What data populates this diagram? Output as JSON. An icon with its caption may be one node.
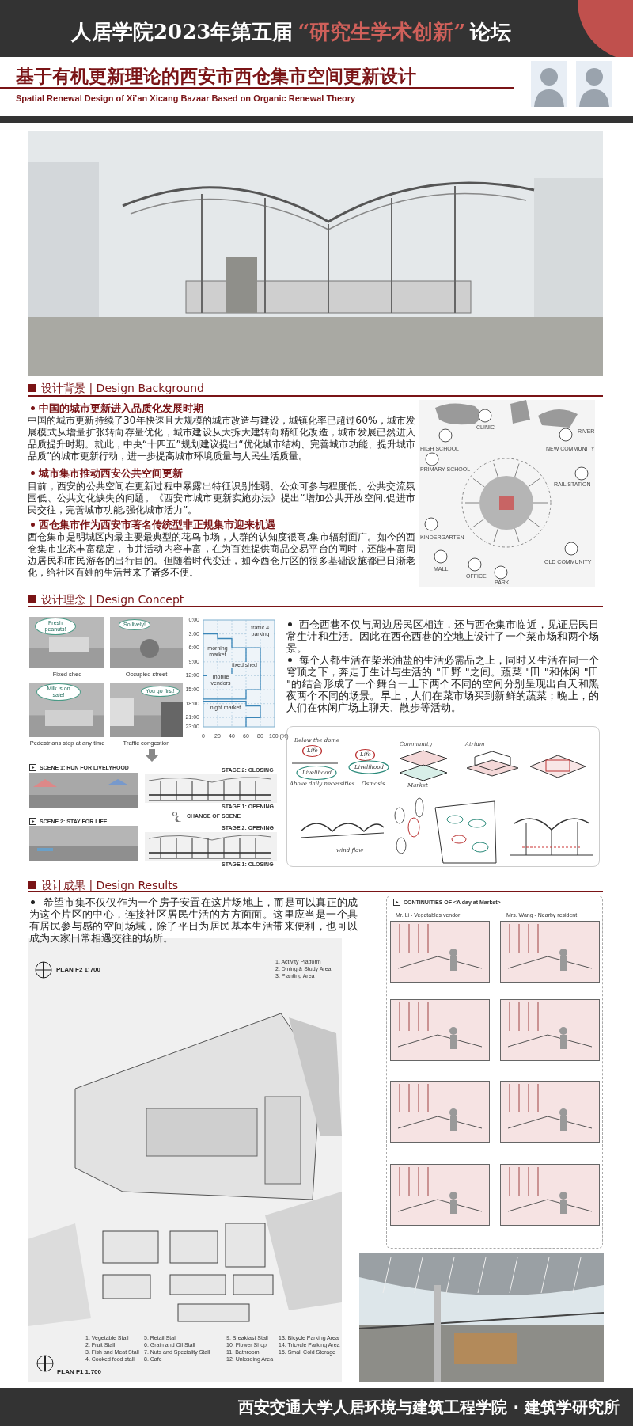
{
  "diagram": {
    "title": "基于有机更新理论的西安市西仓集市空间更新设计",
    "labels": [
      "人居学院2023年第五届",
      "“研究生学术创新”",
      "论坛",
      "Spatial Renewal Design of Xi’an Xicang Bazaar Based on Organic Renewal Theory",
      "设计背景 | Design Background",
      "中国的城市更新进入品质化发展时期",
      "中国的城市更新持续了30年快速且大规模的城市改造与建设，城镇化率已超过60%，城市发展模式从增量扩张转向存量优化，城市建设从大拆大建转向精细化改造，城市发展已然进入品质提升时期。就此，中央“十四五”规划建议提出“优化城市结构、完善城市功能、提升城市品质”的城市更新行动，进一步提高城市环境质量与人民生活质量。",
      "城市集市推动西安公共空间更新",
      "目前，西安的公共空间在更新过程中暴露出特征识别性弱、公众可参与程度低、公共交流氛围低、公共文化缺失的问题。《西安市城市更新实施办法》提出“增加公共开放空间,促进市民交往，完善城市功能,强化城市活力”。",
      "西仓集市作为西安市著名传统型非正规集市迎来机遇",
      "西仓集市是明城区内最主要最典型的花鸟市场，人群的认知度很高,集市辐射面广。如今的西仓集市业态丰富稳定，市井活动内容丰富，在为百姓提供商品交易平台的同时，还能丰富周边居民和市民游客的出行目的。但随着时代变迁，如今西仓片区的很多基础设施都已日渐老化，给社区百姓的生活带来了诸多不便。",
      "CLINIC",
      "RIVER",
      "HIGH SCHOOL",
      "NEW COMMUNITY",
      "PRIMARY SCHOOL",
      "RAIL STATION",
      "KINDERGARTEN",
      "OLD COMMUNITY",
      "MALL",
      "OFFICE",
      "PARK",
      "设计理念 | Design Concept",
      "Fresh peanuts!",
      "So lively!",
      "Fixed shed",
      "Occupied street",
      "Milk is on sale!",
      "You go first!",
      "Pedestrians stop at any time",
      "Traffic congestion",
      "0:00",
      "3:00",
      "6:00",
      "9:00",
      "12:00",
      "15:00",
      "18:00",
      "21:00",
      "23:00",
      "0",
      "20",
      "40",
      "60",
      "80",
      "100 (%)",
      "traffic & parking",
      "morning market",
      "fixed shed",
      "mobile vendors",
      "night market",
      "西仓西巷不仅与周边居民区相连，还与西仓集市临近，见证居民日常生计和生活。因此在西仓西巷的空地上设计了一个菜市场和两个场景。",
      "每个人都生活在柴米油盐的生活必需品之上，同时又生活在同一个穹顶之下，奔走于生计与生活的 \"田野 \"之间。蔬菜 \"田 \"和休闲 \"田 \"的结合形成了一个舞台一上下两个不同的空间分别呈现出白天和黑夜两个不同的场景。早上，人们在菜市场买到新鲜的蔬菜；晚上，的人们在休闲广场上聊天、散步等活动。",
      "SCENE 1: RUN FOR LIVELYHOOD",
      "STAGE 2: CLOSING",
      "STAGE 1: OPENING",
      "CHANGE OF SCENE",
      "SCENE 2: STAY FOR LIFE",
      "STAGE 2: OPENING",
      "STAGE 1: CLOSING",
      "Below the dome",
      "Life",
      "Life",
      "Community",
      "Atrium",
      "Livelihood",
      "Livelihood",
      "Above daily necessities",
      "Osmosis",
      "Market",
      "wind flow",
      "设计成果 | Design Results",
      "希望市集不仅仅作为一个房子安置在这片场地上，而是可以真正的成为这个片区的中心，连接社区居民生活的方方面面。这里应当是一个具有居民参与感的空间场域，除了平日为居民基本生活带来便利，也可以成为大家日常相遇交往的场所。",
      "CONTINUITIES OF <A day at Market>",
      "PLAN F2 1:700",
      "1. Activity Platform",
      "2. Dining & Study Area",
      "3. Planting Area",
      "Mr. Li - Vegetables vendor",
      "Mrs. Wang - Nearby resident",
      "PLAN F1 1:700",
      "1. Vegetable Stall",
      "2. Fruit Stall",
      "3. Fish and Meat Stall",
      "4. Cooked food stall",
      "5. Retail Stall",
      "6. Grain and Oil Stall",
      "7. Nuts and Speciality Stall",
      "8. Cafe",
      "9. Breakfast Stall",
      "10. Flower Shop",
      "11. Bathroom",
      "12. Unlosding Area",
      "13. Bicycle Parking Area",
      "14. Tricycle Parking Area",
      "15. Small Cold Storage",
      "西安交通大学人居环境与建筑工程学院 · 建筑学研究所"
    ]
  }
}
